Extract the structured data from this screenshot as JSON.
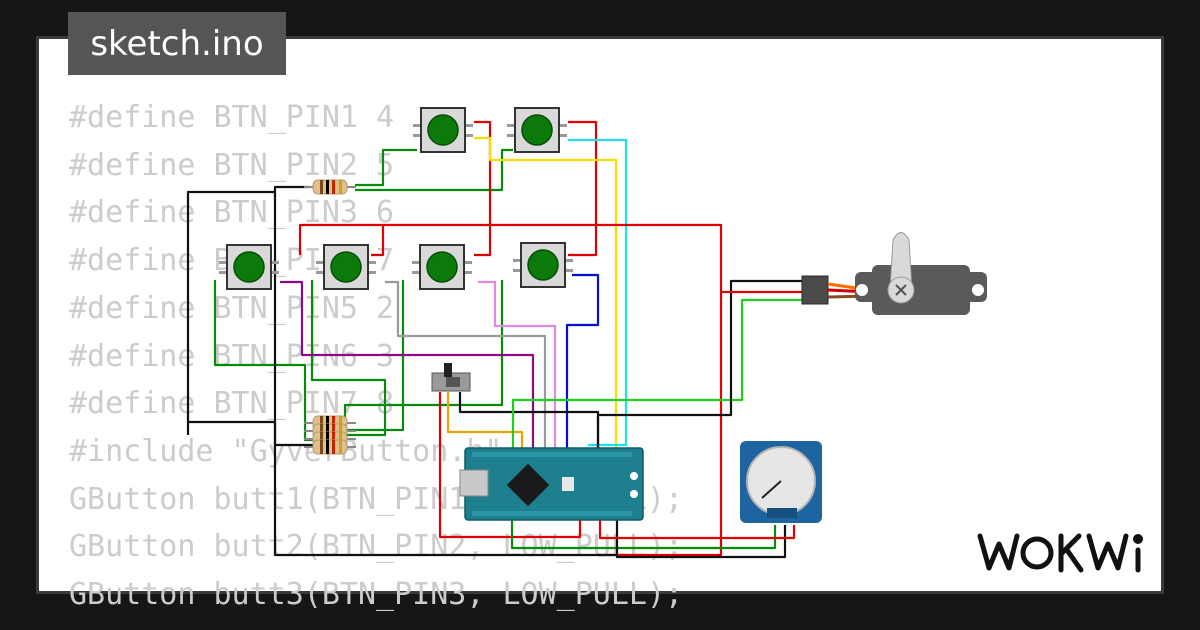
{
  "file_tab": {
    "label": "sketch.ino"
  },
  "code_lines": [
    "#define BTN_PIN1 4",
    "#define BTN_PIN2 5",
    "#define BTN_PIN3 6",
    "#define BTN_PIN4 7",
    "#define BTN_PIN5 2",
    "#define BTN_PIN6 3",
    "#define BTN_PIN7 8",
    "#include \"GyverButton.h\"",
    "GButton butt1(BTN_PIN1, LOW_PULL);",
    "GButton butt2(BTN_PIN2, LOW_PULL);",
    "GButton butt3(BTN_PIN3, LOW_PULL);"
  ],
  "brand": {
    "logo_text": "WOKWi"
  },
  "colors": {
    "background": "#161616",
    "canvas": "#ffffff",
    "tab": "#555555",
    "code_text": "#cccccc",
    "button_cap": "#0b7a0b",
    "board": "#1e7f8e",
    "servo": "#5a5a5a"
  },
  "icons": [
    "pushbutton-icon",
    "resistor-icon",
    "slide-switch-icon",
    "arduino-nano-icon",
    "servo-icon",
    "potentiometer-icon"
  ]
}
